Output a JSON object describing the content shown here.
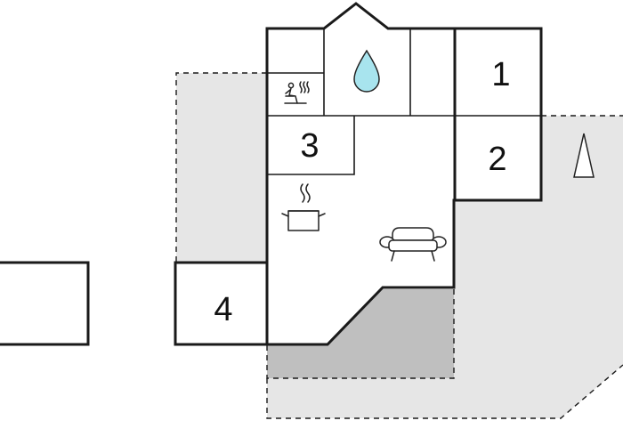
{
  "floorplan": {
    "rooms": [
      {
        "id": "room-1",
        "label": "1"
      },
      {
        "id": "room-2",
        "label": "2"
      },
      {
        "id": "room-3",
        "label": "3"
      },
      {
        "id": "room-4",
        "label": "4"
      }
    ],
    "icons": [
      {
        "id": "sauna",
        "icon": "sauna-icon"
      },
      {
        "id": "bathroom",
        "icon": "water-drop-icon"
      },
      {
        "id": "kitchen",
        "icon": "cooking-pot-icon"
      },
      {
        "id": "living",
        "icon": "sofa-icon"
      },
      {
        "id": "north",
        "icon": "north-arrow-icon"
      }
    ],
    "colors": {
      "wall": "#1a1a1a",
      "terrace_light": "#e6e6e6",
      "terrace_dark": "#bfbfbf",
      "water": "#a8e4ee"
    }
  }
}
